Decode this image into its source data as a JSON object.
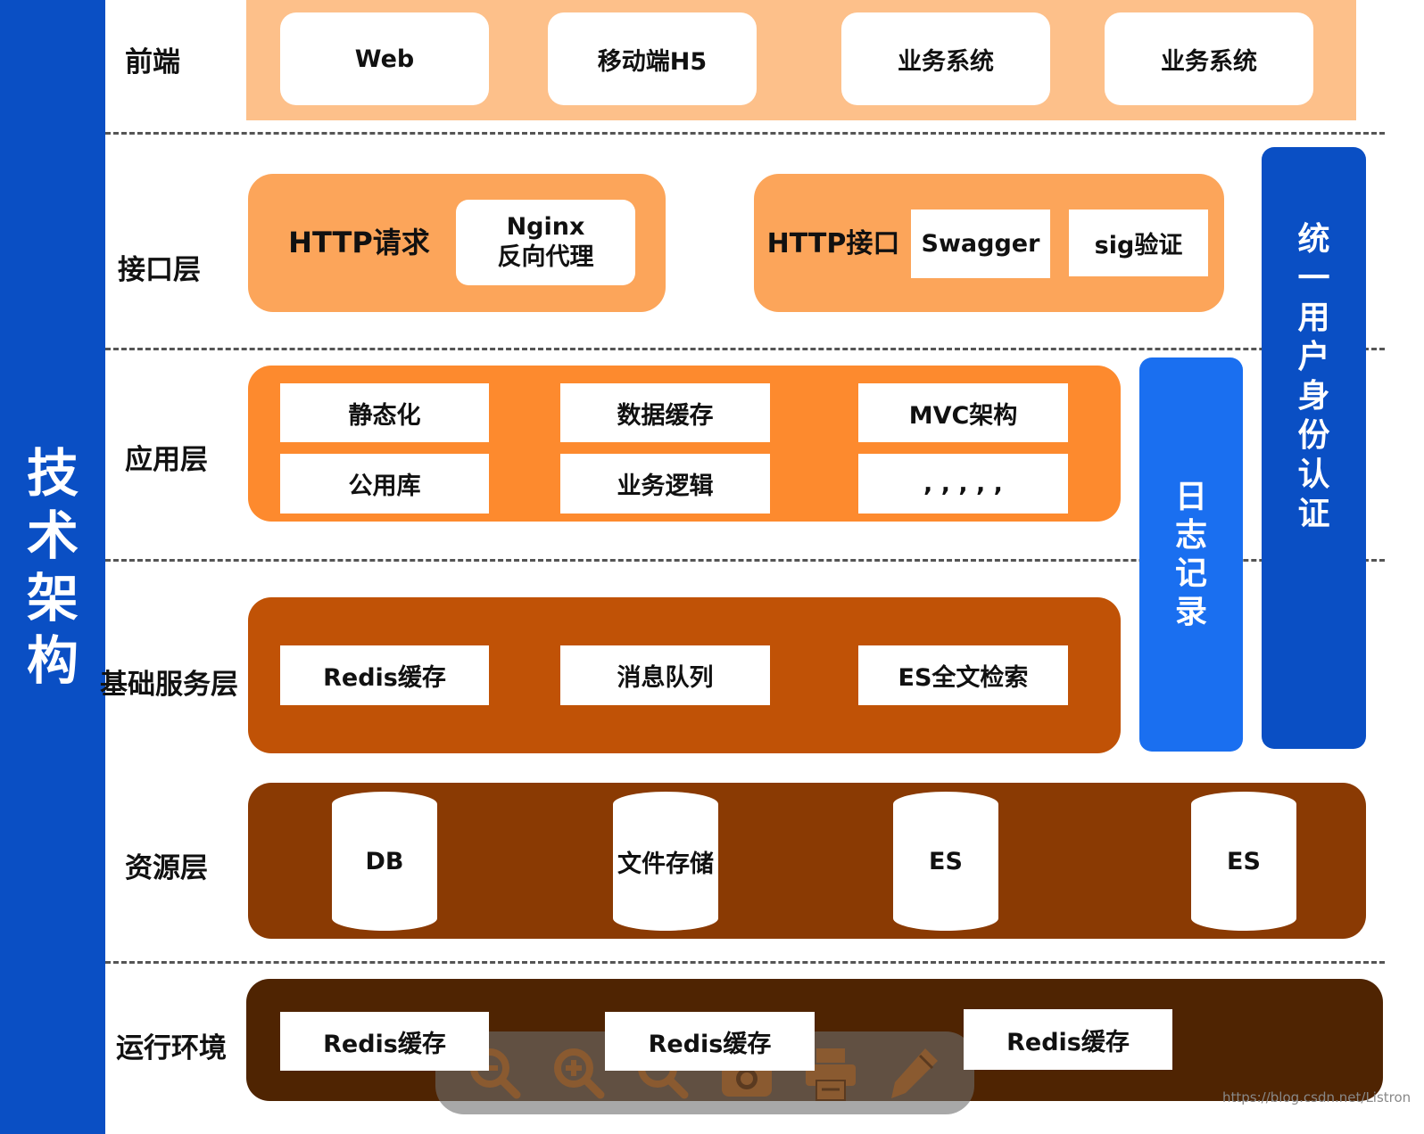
{
  "title": "技术架构",
  "colors": {
    "sidebar": "#0a4fc4",
    "frontend": "#fdc08a",
    "interface": "#fca55a",
    "application": "#fd8a2e",
    "base": "#c05206",
    "resource": "#8a3a03",
    "runtime": "#4f2402",
    "log": "#1a6ff0",
    "auth": "#0a4fc4"
  },
  "layers": {
    "frontend": {
      "label": "前端",
      "items": [
        "Web",
        "移动端H5",
        "业务系统",
        "业务系统"
      ]
    },
    "interface": {
      "label": "接口层",
      "http_request": "HTTP请求",
      "nginx_line1": "Nginx",
      "nginx_line2": "反向代理",
      "http_api": "HTTP接口",
      "swagger": "Swagger",
      "sig": "sig验证"
    },
    "application": {
      "label": "应用层",
      "items": [
        "静态化",
        "数据缓存",
        "MVC架构",
        "公用库",
        "业务逻辑",
        ", , , , ,"
      ]
    },
    "base": {
      "label": "基础服务层",
      "items": [
        "Redis缓存",
        "消息队列",
        "ES全文检索"
      ]
    },
    "resource": {
      "label": "资源层",
      "items": [
        "DB",
        "文件存储",
        "ES",
        "ES"
      ]
    },
    "runtime": {
      "label": "运行环境",
      "items": [
        "Redis缓存",
        "Redis缓存",
        "Redis缓存"
      ]
    }
  },
  "side": {
    "log": "日志记录",
    "auth": "统一用户身份认证"
  },
  "toolbar": {
    "icons": [
      "zoom-out-icon",
      "zoom-in-icon",
      "search-icon",
      "camera-icon",
      "print-icon",
      "pencil-icon"
    ]
  },
  "watermark": "https://blog.csdn.net/Listron"
}
